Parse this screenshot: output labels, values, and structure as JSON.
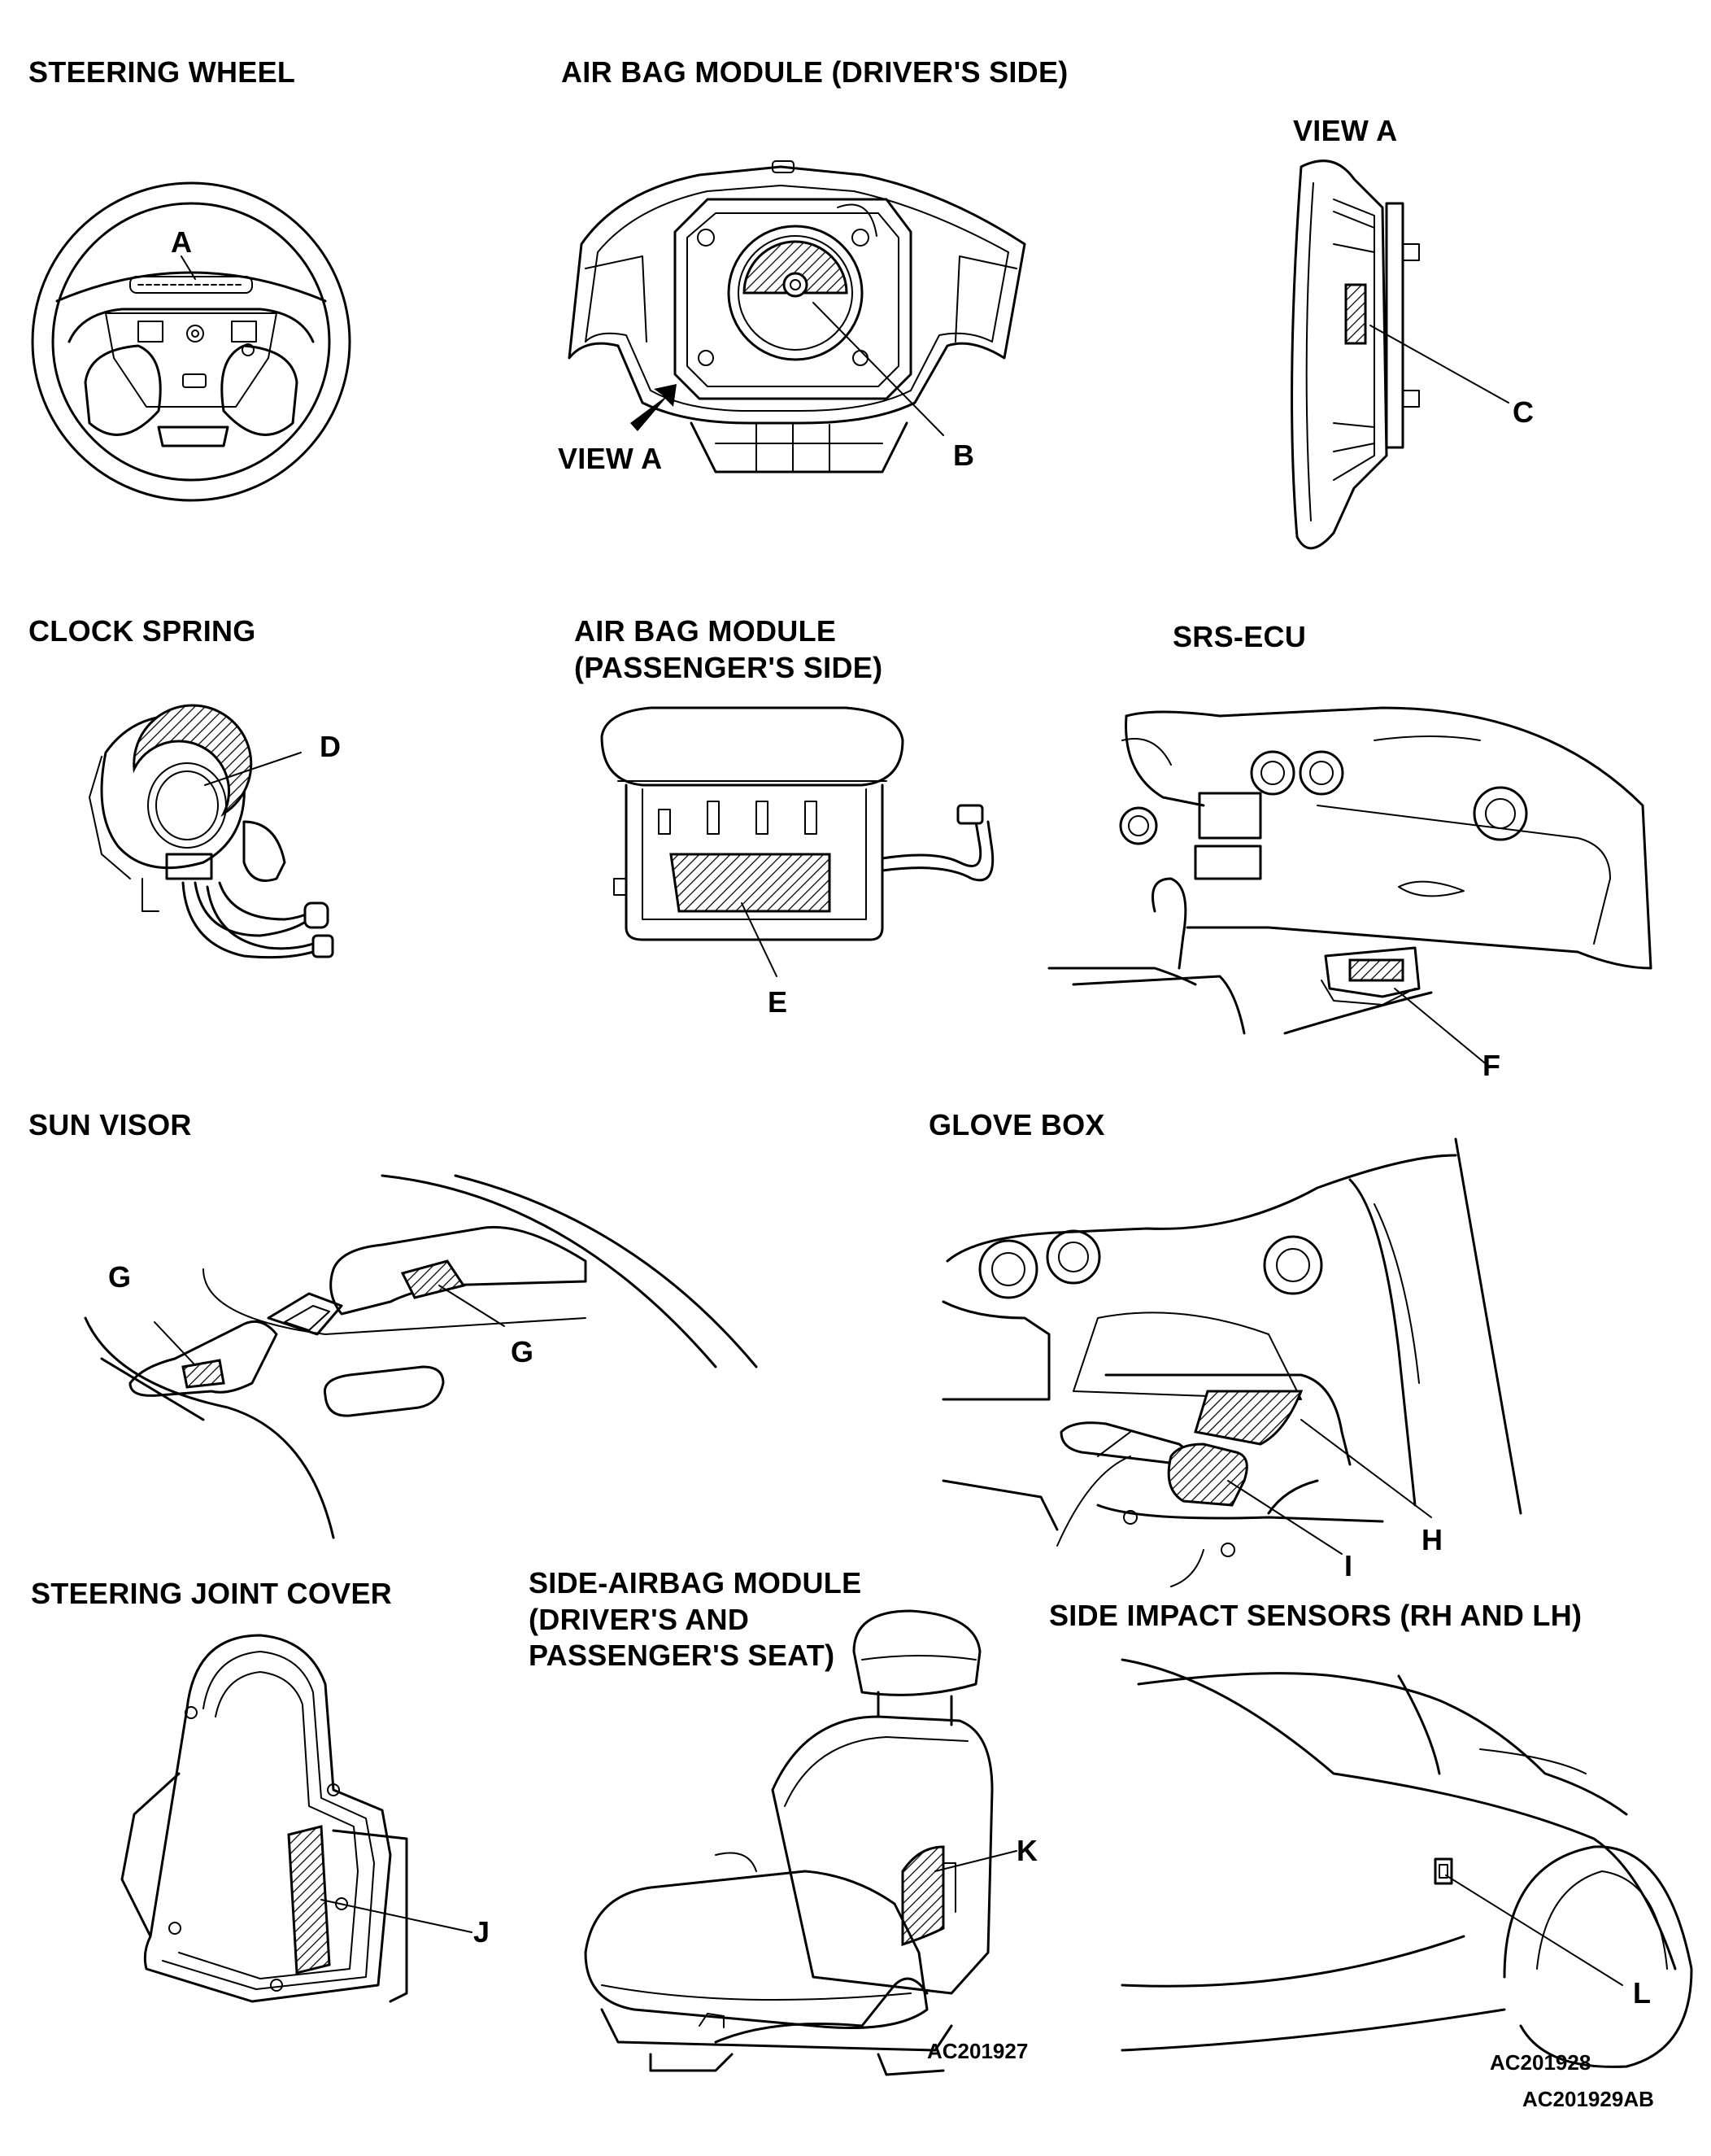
{
  "sections": {
    "steering_wheel": "STEERING WHEEL",
    "airbag_driver": "AIR BAG MODULE (DRIVER'S SIDE)",
    "view_a_title": "VIEW A",
    "view_a_arrow": "VIEW A",
    "clock_spring": "CLOCK SPRING",
    "airbag_passenger_1": "AIR BAG MODULE",
    "airbag_passenger_2": "(PASSENGER'S SIDE)",
    "srs_ecu": "SRS-ECU",
    "sun_visor": "SUN VISOR",
    "glove_box": "GLOVE BOX",
    "steering_joint_cover": "STEERING JOINT COVER",
    "side_airbag_1": "SIDE-AIRBAG MODULE",
    "side_airbag_2": "(DRIVER'S AND",
    "side_airbag_3": "PASSENGER'S SEAT)",
    "side_impact": "SIDE IMPACT SENSORS (RH AND LH)"
  },
  "callouts": {
    "A": "A",
    "B": "B",
    "C": "C",
    "D": "D",
    "E": "E",
    "F": "F",
    "G1": "G",
    "G2": "G",
    "H": "H",
    "I": "I",
    "J": "J",
    "K": "K",
    "L": "L"
  },
  "codes": {
    "seat": "AC201927",
    "car": "AC201928",
    "sheet": "AC201929AB"
  }
}
